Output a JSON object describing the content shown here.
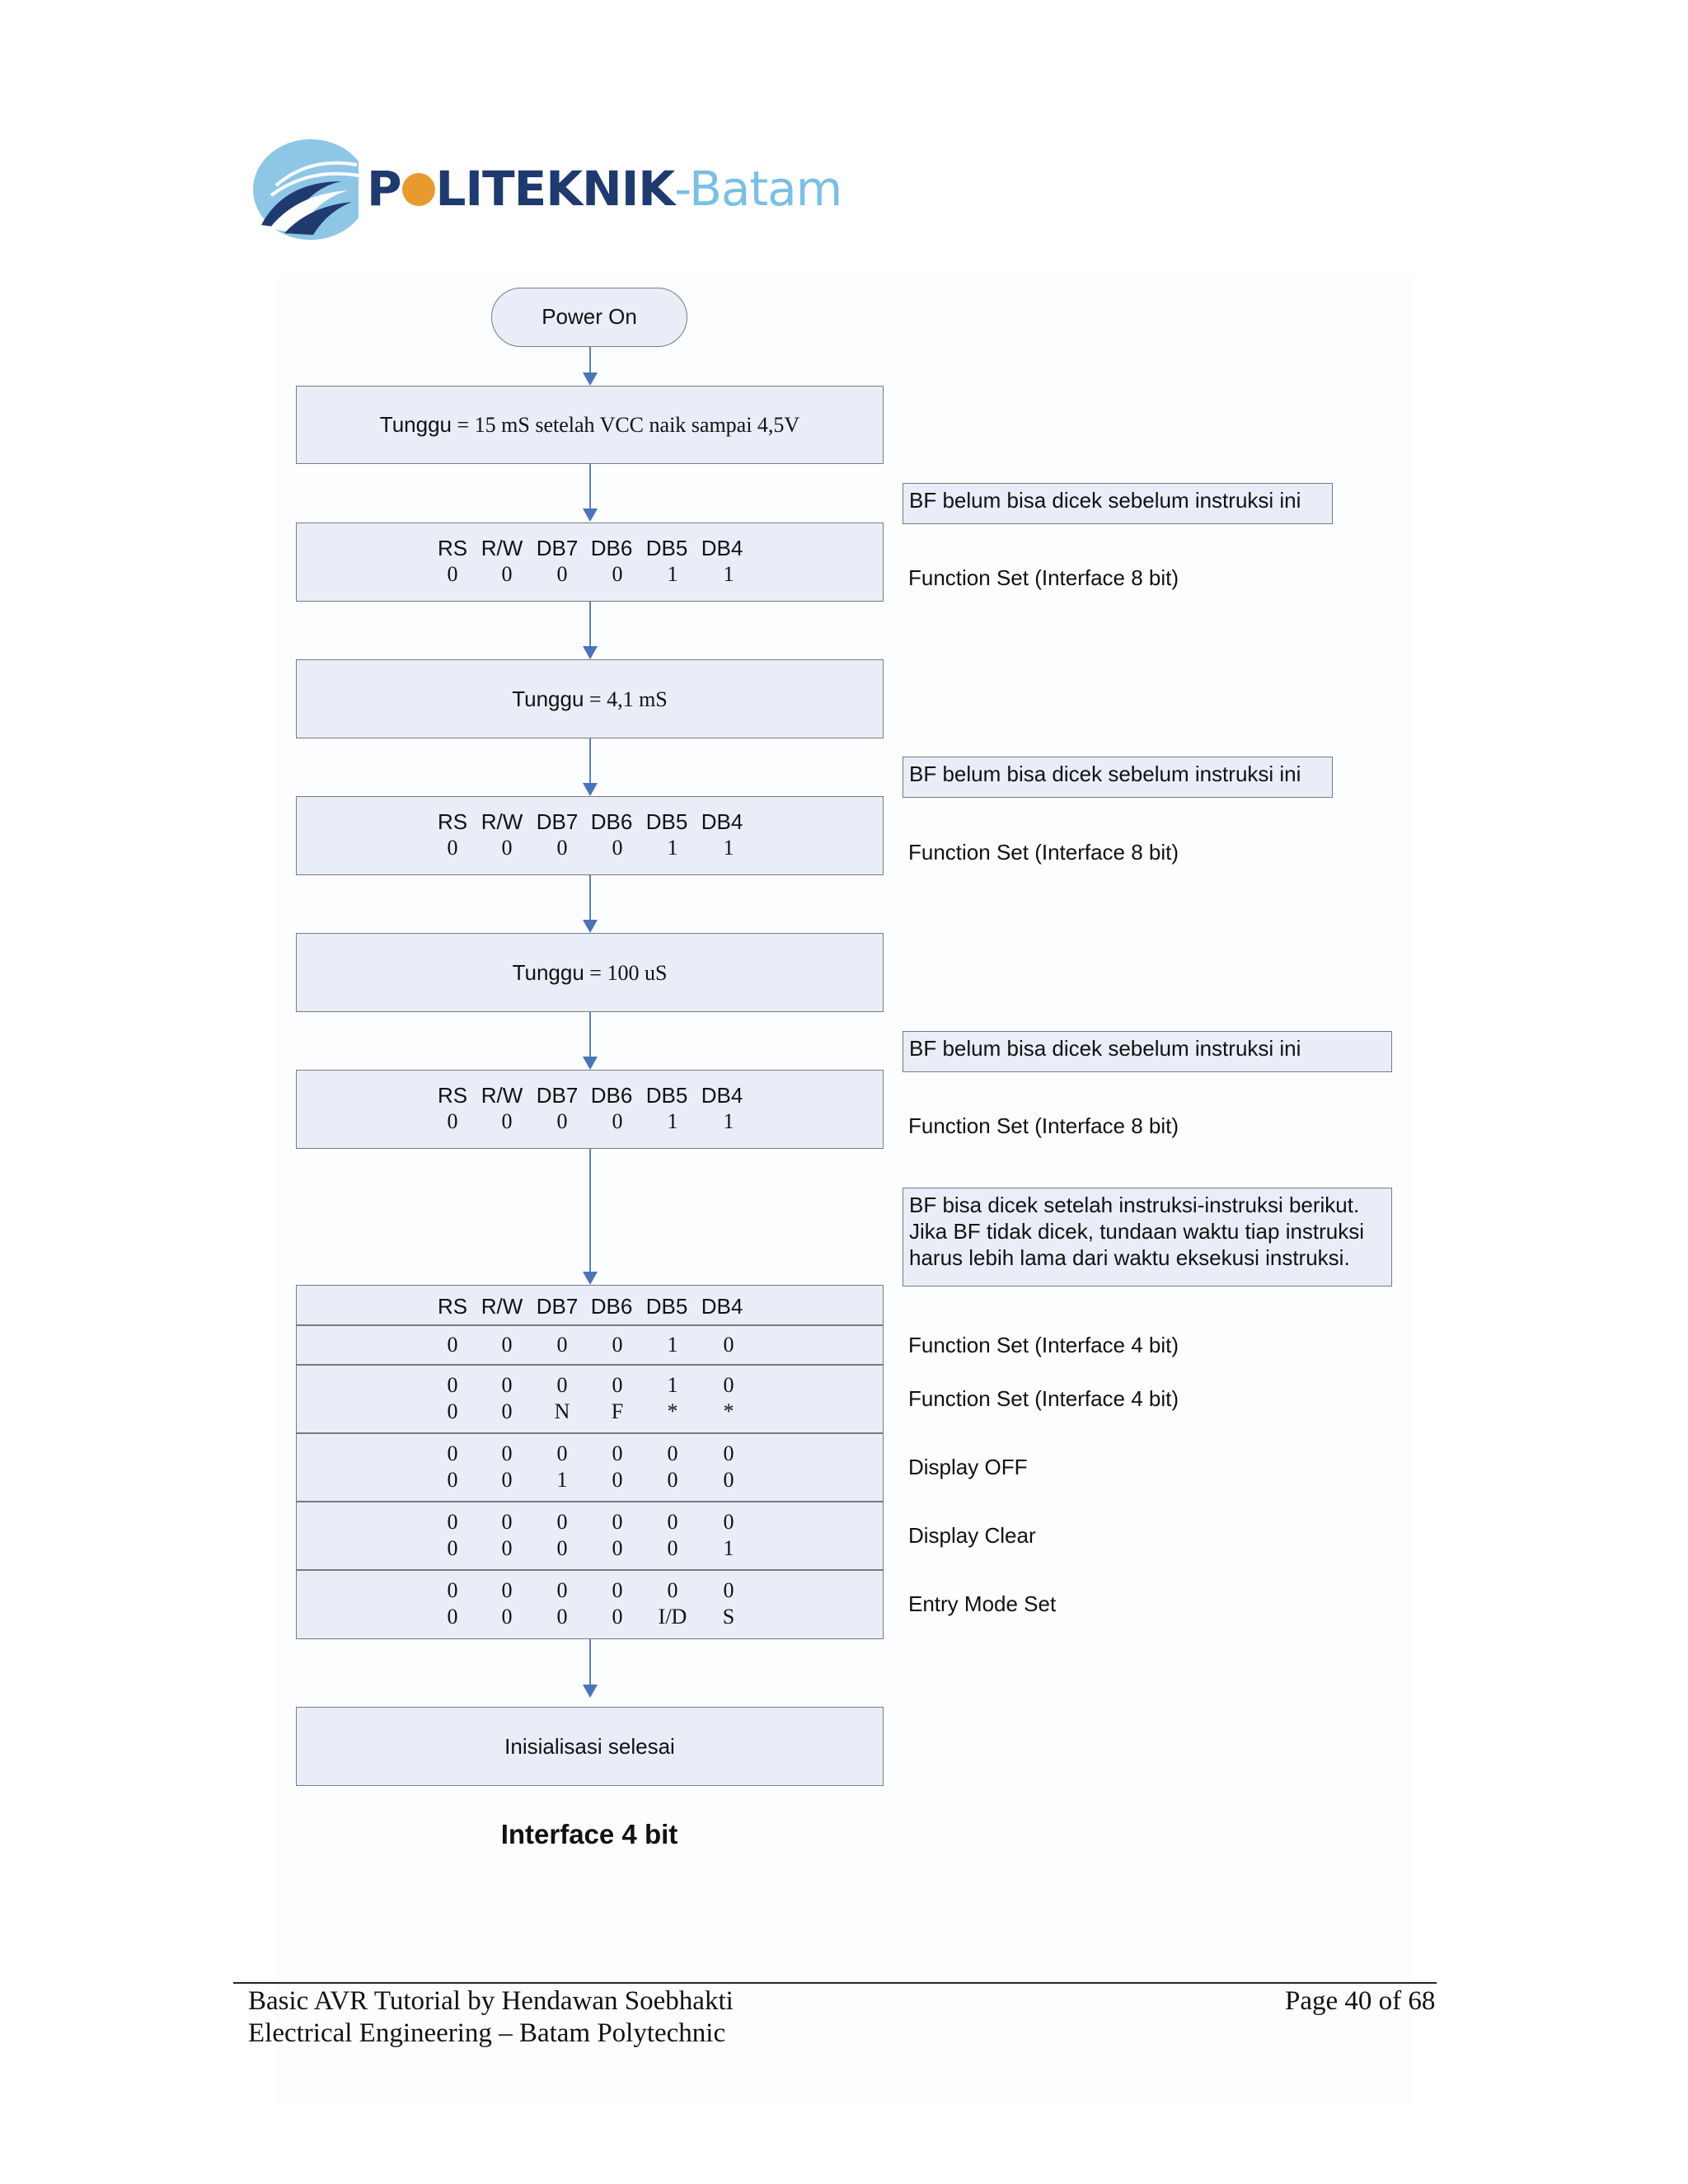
{
  "logo": {
    "text_dark": "P",
    "text_dark_rest": "LITEKNIK",
    "text_light": "-Batam",
    "colors": {
      "dark": "#1f3a6e",
      "light": "#7bbfe3",
      "orange": "#e79a2f"
    }
  },
  "flow": {
    "power_on": "Power On",
    "wait1": {
      "prefix": "Tunggu",
      "rest": " = 15 mS setelah VCC naik sampai 4,5V"
    },
    "wait2": {
      "prefix": "Tunggu",
      "rest": " = 4,1 mS"
    },
    "wait3": {
      "prefix": "Tunggu",
      "rest": " = 100 uS"
    },
    "headers": [
      "RS",
      "R/W",
      "DB7",
      "DB6",
      "DB5",
      "DB4"
    ],
    "fs8_values": [
      "0",
      "0",
      "0",
      "0",
      "1",
      "1"
    ],
    "init_rows": [
      {
        "line1": [
          "0",
          "0",
          "0",
          "0",
          "1",
          "0"
        ]
      },
      {
        "line1": [
          "0",
          "0",
          "0",
          "0",
          "1",
          "0"
        ],
        "line2": [
          "0",
          "0",
          "N",
          "F",
          "*",
          "*"
        ]
      },
      {
        "line1": [
          "0",
          "0",
          "0",
          "0",
          "0",
          "0"
        ],
        "line2": [
          "0",
          "0",
          "1",
          "0",
          "0",
          "0"
        ]
      },
      {
        "line1": [
          "0",
          "0",
          "0",
          "0",
          "0",
          "0"
        ],
        "line2": [
          "0",
          "0",
          "0",
          "0",
          "0",
          "1"
        ]
      },
      {
        "line1": [
          "0",
          "0",
          "0",
          "0",
          "0",
          "0"
        ],
        "line2": [
          "0",
          "0",
          "0",
          "0",
          "I/D",
          "S"
        ]
      }
    ],
    "done": "Inisialisasi selesai"
  },
  "notes": {
    "bf_not_yet": "BF belum bisa dicek sebelum instruksi ini",
    "bf_can": [
      "BF bisa dicek setelah instruksi-instruksi berikut.",
      "Jika BF tidak dicek, tundaan waktu tiap instruksi",
      "harus lebih lama dari waktu eksekusi instruksi."
    ]
  },
  "labels": {
    "fs8": "Function Set (Interface 8 bit)",
    "fs4": "Function Set (Interface 4 bit)",
    "display_off": "Display OFF",
    "display_clear": "Display Clear",
    "entry_mode": "Entry Mode Set"
  },
  "caption": "Interface 4 bit",
  "footer": {
    "left_line1": "Basic AVR Tutorial by Hendawan Soebhakti",
    "left_line2": "Electrical Engineering – Batam Polytechnic",
    "right": "Page 40 of 68"
  }
}
